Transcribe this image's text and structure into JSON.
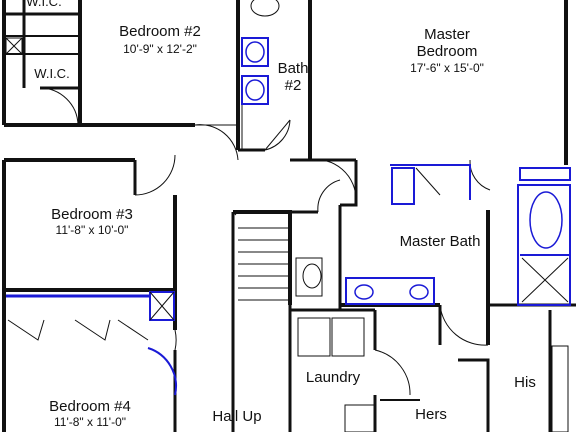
{
  "rooms": {
    "wic_top": {
      "name": "W.I.C."
    },
    "wic": {
      "name": "W.I.C."
    },
    "bedroom2": {
      "name": "Bedroom #2",
      "dims": "10'-9\" x 12'-2\""
    },
    "bath2": {
      "name_line1": "Bath",
      "name_line2": "#2"
    },
    "master_bedroom": {
      "name_line1": "Master",
      "name_line2": "Bedroom",
      "dims": "17'-6\" x 15'-0\""
    },
    "bedroom3": {
      "name": "Bedroom #3",
      "dims": "11'-8\" x 10'-0\""
    },
    "master_bath": {
      "name": "Master Bath"
    },
    "bedroom4": {
      "name": "Bedroom #4",
      "dims": "11'-8\" x 11'-0\""
    },
    "laundry": {
      "name": "Laundry"
    },
    "hall": {
      "name": "Hall Up"
    },
    "hers": {
      "name": "Hers"
    },
    "his": {
      "name": "His"
    }
  },
  "colors": {
    "wall": "#111111",
    "fixture_outline": "#1a1ad6",
    "background": "#ffffff"
  }
}
